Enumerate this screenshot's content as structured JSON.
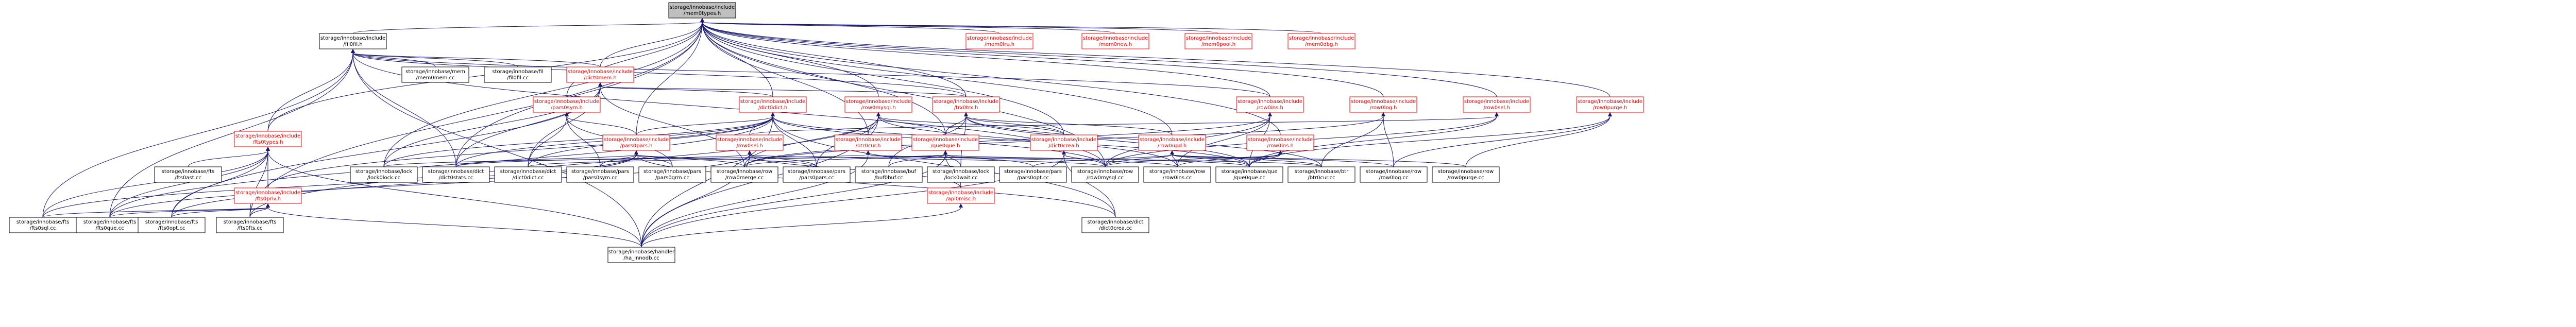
{
  "colors": {
    "edge": "#191970",
    "normal_border": "#000000",
    "normal_text": "#000000",
    "linked_border": "#ff0000",
    "linked_text": "#ff0000",
    "root_fill": "#bfbfbf",
    "node_fill": "#ffffff"
  },
  "nodes": [
    {
      "id": "root",
      "lines": [
        "storage/innobase/include",
        "/mem0types.h"
      ],
      "style": "root"
    },
    {
      "id": "fil0fil",
      "lines": [
        "storage/innobase/include",
        "/fil0fil.h"
      ],
      "style": "normal"
    },
    {
      "id": "buf0lru",
      "lines": [
        "storage/innobase/include",
        "/mem0lru.h"
      ],
      "style": "linked"
    },
    {
      "id": "ut0new",
      "lines": [
        "storage/innobase/include",
        "/mem0new.h"
      ],
      "style": "linked"
    },
    {
      "id": "ut0byte",
      "lines": [
        "storage/innobase/include",
        "/mem0pool.h"
      ],
      "style": "linked"
    },
    {
      "id": "mem0dbg",
      "lines": [
        "storage/innobase/include",
        "/mem0dbg.h"
      ],
      "style": "linked"
    },
    {
      "id": "mem0mem_cc",
      "lines": [
        "storage/innobase/mem",
        "/mem0mem.cc"
      ],
      "style": "normal"
    },
    {
      "id": "fil0fil_cc",
      "lines": [
        "storage/innobase/fil",
        "/fil0fil.cc"
      ],
      "style": "normal"
    },
    {
      "id": "dict0mem",
      "lines": [
        "storage/innobase/include",
        "/dict0mem.h"
      ],
      "style": "linked"
    },
    {
      "id": "pars0sym",
      "lines": [
        "storage/innobase/include",
        "/pars0sym.h"
      ],
      "style": "linked"
    },
    {
      "id": "dict0dict",
      "lines": [
        "storage/innobase/include",
        "/dict0dict.h"
      ],
      "style": "linked"
    },
    {
      "id": "row0mysql",
      "lines": [
        "storage/innobase/include",
        "/row0mysql.h"
      ],
      "style": "linked"
    },
    {
      "id": "trx0trx",
      "lines": [
        "storage/innobase/include",
        "/trx0trx.h"
      ],
      "style": "linked"
    },
    {
      "id": "row0ins",
      "lines": [
        "storage/innobase/include",
        "/row0ins.h"
      ],
      "style": "linked"
    },
    {
      "id": "row0log",
      "lines": [
        "storage/innobase/include",
        "/row0log.h"
      ],
      "style": "linked"
    },
    {
      "id": "row0sel",
      "lines": [
        "storage/innobase/include",
        "/row0sel.h"
      ],
      "style": "linked"
    },
    {
      "id": "row0purge",
      "lines": [
        "storage/innobase/include",
        "/row0purge.h"
      ],
      "style": "linked"
    },
    {
      "id": "fts0types",
      "lines": [
        "storage/innobase/include",
        "/fts0types.h"
      ],
      "style": "linked"
    },
    {
      "id": "pars0pars",
      "lines": [
        "storage/innobase/include",
        "/pars0pars.h"
      ],
      "style": "linked"
    },
    {
      "id": "row0sel2",
      "lines": [
        "storage/innobase/include",
        "/row0sel.h"
      ],
      "style": "linked"
    },
    {
      "id": "lock0lock",
      "lines": [
        "storage/innobase/include",
        "/btr0cur.h"
      ],
      "style": "linked"
    },
    {
      "id": "que0que",
      "lines": [
        "storage/innobase/include",
        "/que0que.h"
      ],
      "style": "linked"
    },
    {
      "id": "dict0crea",
      "lines": [
        "storage/innobase/include",
        "/dict0crea.h"
      ],
      "style": "linked"
    },
    {
      "id": "row0upd",
      "lines": [
        "storage/innobase/include",
        "/row0upd.h"
      ],
      "style": "linked"
    },
    {
      "id": "row0ins2",
      "lines": [
        "storage/innobase/include",
        "/row0ins.h"
      ],
      "style": "linked"
    },
    {
      "id": "fts0priv",
      "lines": [
        "storage/innobase/include",
        "/fts0priv.h"
      ],
      "style": "linked"
    },
    {
      "id": "api0misc",
      "lines": [
        "storage/innobase/include",
        "/api0misc.h"
      ],
      "style": "linked"
    },
    {
      "id": "fts0sql_cc",
      "lines": [
        "storage/innobase/fts",
        "/fts0sql.cc"
      ],
      "style": "normal"
    },
    {
      "id": "fts0que_cc",
      "lines": [
        "storage/innobase/fts",
        "/fts0que.cc"
      ],
      "style": "normal"
    },
    {
      "id": "fts0opt_cc",
      "lines": [
        "storage/innobase/fts",
        "/fts0opt.cc"
      ],
      "style": "normal"
    },
    {
      "id": "fts0fts_cc",
      "lines": [
        "storage/innobase/fts",
        "/fts0fts.cc"
      ],
      "style": "normal"
    },
    {
      "id": "ha_innodb_cc",
      "lines": [
        "storage/innobase/handler",
        "/ha_innodb.cc"
      ],
      "style": "normal"
    },
    {
      "id": "lock0lock_cc",
      "lines": [
        "storage/innobase/lock",
        "/lock0lock.cc"
      ],
      "style": "normal"
    },
    {
      "id": "dict0stats_cc",
      "lines": [
        "storage/innobase/dict",
        "/dict0stats.cc"
      ],
      "style": "normal"
    },
    {
      "id": "dict0dict_cc",
      "lines": [
        "storage/innobase/dict",
        "/dict0dict.cc"
      ],
      "style": "normal"
    },
    {
      "id": "pars0sym_cc",
      "lines": [
        "storage/innobase/pars",
        "/pars0sym.cc"
      ],
      "style": "normal"
    },
    {
      "id": "pars0grm_cc",
      "lines": [
        "storage/innobase/pars",
        "/pars0grm.cc"
      ],
      "style": "normal"
    },
    {
      "id": "row0merge_cc",
      "lines": [
        "storage/innobase/row",
        "/row0merge.cc"
      ],
      "style": "normal"
    },
    {
      "id": "pars0pars_cc",
      "lines": [
        "storage/innobase/pars",
        "/pars0pars.cc"
      ],
      "style": "normal"
    },
    {
      "id": "buf0buf_cc",
      "lines": [
        "storage/innobase/buf",
        "/buf0buf.cc"
      ],
      "style": "normal"
    },
    {
      "id": "lock0wait_cc",
      "lines": [
        "storage/innobase/lock",
        "/lock0wait.cc"
      ],
      "style": "normal"
    },
    {
      "id": "pars0opt_cc",
      "lines": [
        "storage/innobase/pars",
        "/pars0opt.cc"
      ],
      "style": "normal"
    },
    {
      "id": "row0mysql_cc",
      "lines": [
        "storage/innobase/row",
        "/row0mysql.cc"
      ],
      "style": "normal"
    },
    {
      "id": "row0ins_cc",
      "lines": [
        "storage/innobase/row",
        "/row0ins.cc"
      ],
      "style": "normal"
    },
    {
      "id": "que0que_cc",
      "lines": [
        "storage/innobase/que",
        "/que0que.cc"
      ],
      "style": "normal"
    },
    {
      "id": "dict0crea_cc",
      "lines": [
        "storage/innobase/dict",
        "/dict0crea.cc"
      ],
      "style": "normal"
    },
    {
      "id": "btr0cur_cc",
      "lines": [
        "storage/innobase/btr",
        "/btr0cur.cc"
      ],
      "style": "normal"
    },
    {
      "id": "row0log_cc",
      "lines": [
        "storage/innobase/row",
        "/row0log.cc"
      ],
      "style": "normal"
    },
    {
      "id": "row0purge_cc",
      "lines": [
        "storage/innobase/row",
        "/row0purge.cc"
      ],
      "style": "normal"
    },
    {
      "id": "fts0ast_cc",
      "lines": [
        "storage/innobase/fts",
        "/fts0ast.cc"
      ],
      "style": "normal"
    }
  ],
  "edges": [
    [
      "root",
      "fil0fil"
    ],
    [
      "root",
      "buf0lru"
    ],
    [
      "root",
      "ut0new"
    ],
    [
      "root",
      "ut0byte"
    ],
    [
      "root",
      "mem0dbg"
    ],
    [
      "root",
      "dict0mem"
    ],
    [
      "root",
      "pars0sym"
    ],
    [
      "root",
      "dict0dict"
    ],
    [
      "root",
      "row0mysql"
    ],
    [
      "root",
      "trx0trx"
    ],
    [
      "root",
      "row0ins"
    ],
    [
      "root",
      "row0log"
    ],
    [
      "root",
      "row0sel"
    ],
    [
      "root",
      "row0purge"
    ],
    [
      "root",
      "fts0types"
    ],
    [
      "root",
      "pars0pars"
    ],
    [
      "root",
      "lock0lock"
    ],
    [
      "root",
      "que0que"
    ],
    [
      "root",
      "dict0crea"
    ],
    [
      "root",
      "row0upd"
    ],
    [
      "root",
      "row0ins2"
    ],
    [
      "root",
      "fts0fts_cc"
    ],
    [
      "root",
      "lock0lock_cc"
    ],
    [
      "root",
      "dict0stats_cc"
    ],
    [
      "root",
      "row0mysql_cc"
    ],
    [
      "fil0fil",
      "mem0mem_cc"
    ],
    [
      "fil0fil",
      "fil0fil_cc"
    ],
    [
      "fil0fil",
      "dict0mem"
    ],
    [
      "fil0fil",
      "fts0types"
    ],
    [
      "fil0fil",
      "fts0sql_cc"
    ],
    [
      "fil0fil",
      "fts0que_cc"
    ],
    [
      "fil0fil",
      "ha_innodb_cc"
    ],
    [
      "fil0fil",
      "dict0stats_cc"
    ],
    [
      "fil0fil",
      "trx0trx"
    ],
    [
      "fil0fil",
      "row0mysql_cc"
    ],
    [
      "fil0fil",
      "row0ins"
    ],
    [
      "dict0mem",
      "dict0dict"
    ],
    [
      "dict0mem",
      "lock0lock_cc"
    ],
    [
      "dict0mem",
      "dict0stats_cc"
    ],
    [
      "dict0mem",
      "dict0dict_cc"
    ],
    [
      "dict0mem",
      "trx0trx"
    ],
    [
      "dict0mem",
      "row0merge_cc"
    ],
    [
      "dict0mem",
      "fts0opt_cc"
    ],
    [
      "pars0sym",
      "pars0pars"
    ],
    [
      "pars0sym",
      "pars0sym_cc"
    ],
    [
      "pars0sym",
      "pars0grm_cc"
    ],
    [
      "pars0sym",
      "dict0dict_cc"
    ],
    [
      "dict0dict",
      "pars0pars"
    ],
    [
      "dict0dict",
      "row0sel2"
    ],
    [
      "dict0dict",
      "fts0priv"
    ],
    [
      "dict0dict",
      "fts0que_cc"
    ],
    [
      "dict0dict",
      "ha_innodb_cc"
    ],
    [
      "dict0dict",
      "lock0lock_cc"
    ],
    [
      "dict0dict",
      "dict0stats_cc"
    ],
    [
      "dict0dict",
      "dict0dict_cc"
    ],
    [
      "dict0dict",
      "pars0pars_cc"
    ],
    [
      "dict0dict",
      "row0mysql_cc"
    ],
    [
      "dict0dict",
      "que0que_cc"
    ],
    [
      "dict0dict",
      "dict0crea_cc"
    ],
    [
      "row0mysql",
      "lock0lock"
    ],
    [
      "row0mysql",
      "que0que"
    ],
    [
      "row0mysql",
      "dict0crea"
    ],
    [
      "row0mysql",
      "fts0fts_cc"
    ],
    [
      "row0mysql",
      "ha_innodb_cc"
    ],
    [
      "row0mysql",
      "row0merge_cc"
    ],
    [
      "row0mysql",
      "pars0pars_cc"
    ],
    [
      "row0mysql",
      "row0ins_cc"
    ],
    [
      "trx0trx",
      "que0que"
    ],
    [
      "trx0trx",
      "row0upd"
    ],
    [
      "trx0trx",
      "dict0crea"
    ],
    [
      "trx0trx",
      "lock0wait_cc"
    ],
    [
      "trx0trx",
      "buf0buf_cc"
    ],
    [
      "trx0trx",
      "btr0cur_cc"
    ],
    [
      "trx0trx",
      "que0que_cc"
    ],
    [
      "row0ins",
      "row0mysql_cc"
    ],
    [
      "row0ins",
      "row0ins_cc"
    ],
    [
      "row0ins",
      "row0merge_cc"
    ],
    [
      "row0ins",
      "que0que_cc"
    ],
    [
      "row0log",
      "btr0cur_cc"
    ],
    [
      "row0log",
      "row0log_cc"
    ],
    [
      "row0log",
      "row0merge_cc"
    ],
    [
      "row0sel",
      "row0sel2"
    ],
    [
      "row0sel",
      "que0que_cc"
    ],
    [
      "row0sel",
      "row0mysql_cc"
    ],
    [
      "row0purge",
      "row0purge_cc"
    ],
    [
      "row0purge",
      "row0log_cc"
    ],
    [
      "row0purge",
      "que0que_cc"
    ],
    [
      "fts0types",
      "fts0priv"
    ],
    [
      "fts0types",
      "fts0sql_cc"
    ],
    [
      "fts0types",
      "fts0que_cc"
    ],
    [
      "fts0types",
      "fts0opt_cc"
    ],
    [
      "fts0types",
      "fts0fts_cc"
    ],
    [
      "fts0types",
      "ha_innodb_cc"
    ],
    [
      "fts0types",
      "fts0ast_cc"
    ],
    [
      "pars0pars",
      "pars0sym_cc"
    ],
    [
      "pars0pars",
      "pars0grm_cc"
    ],
    [
      "pars0pars",
      "pars0pars_cc"
    ],
    [
      "pars0pars",
      "fts0sql_cc"
    ],
    [
      "pars0pars",
      "dict0stats_cc"
    ],
    [
      "pars0pars",
      "row0merge_cc"
    ],
    [
      "pars0pars",
      "dict0crea_cc"
    ],
    [
      "pars0pars",
      "fts0opt_cc"
    ],
    [
      "row0sel2",
      "api0misc"
    ],
    [
      "row0sel2",
      "ha_innodb_cc"
    ],
    [
      "row0sel2",
      "pars0pars_cc"
    ],
    [
      "row0sel2",
      "row0mysql_cc"
    ],
    [
      "row0sel2",
      "dict0stats_cc"
    ],
    [
      "row0sel2",
      "fts0que_cc"
    ],
    [
      "lock0lock",
      "lock0lock_cc"
    ],
    [
      "lock0lock",
      "ha_innodb_cc"
    ],
    [
      "lock0lock",
      "row0ins_cc"
    ],
    [
      "lock0lock",
      "btr0cur_cc"
    ],
    [
      "que0que",
      "pars0opt_cc"
    ],
    [
      "que0que",
      "buf0buf_cc"
    ],
    [
      "que0que",
      "lock0wait_cc"
    ],
    [
      "que0que",
      "que0que_cc"
    ],
    [
      "que0que",
      "api0misc"
    ],
    [
      "que0que",
      "ha_innodb_cc"
    ],
    [
      "que0que",
      "dict0dict_cc"
    ],
    [
      "que0que",
      "row0merge_cc"
    ],
    [
      "dict0crea",
      "dict0crea_cc"
    ],
    [
      "dict0crea",
      "row0mysql_cc"
    ],
    [
      "dict0crea",
      "ha_innodb_cc"
    ],
    [
      "row0upd",
      "row0ins_cc"
    ],
    [
      "row0upd",
      "btr0cur_cc"
    ],
    [
      "row0upd",
      "row0log_cc"
    ],
    [
      "row0upd",
      "que0que_cc"
    ],
    [
      "row0upd",
      "row0purge_cc"
    ],
    [
      "row0upd",
      "pars0opt_cc"
    ],
    [
      "row0upd",
      "row0mysql_cc"
    ],
    [
      "row0ins2",
      "row0ins_cc"
    ],
    [
      "row0ins2",
      "row0mysql_cc"
    ],
    [
      "row0ins2",
      "que0que_cc"
    ],
    [
      "fts0priv",
      "fts0sql_cc"
    ],
    [
      "fts0priv",
      "fts0que_cc"
    ],
    [
      "fts0priv",
      "fts0opt_cc"
    ],
    [
      "fts0priv",
      "fts0fts_cc"
    ],
    [
      "fts0priv",
      "ha_innodb_cc"
    ],
    [
      "api0misc",
      "ha_innodb_cc"
    ]
  ]
}
